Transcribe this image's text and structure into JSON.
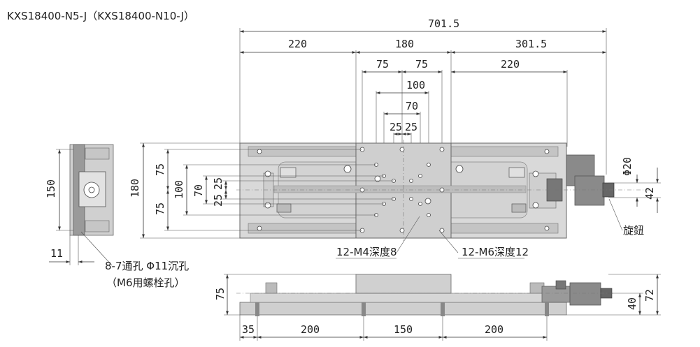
{
  "title": "KXS18400-N5-J（KXS18400-N10-J）",
  "top_dims": {
    "overall": "701.5",
    "left": "220",
    "center": "180",
    "right": "301.5",
    "hole_75_left": "75",
    "hole_75_right": "75",
    "right_220": "220",
    "d100": "100",
    "d70": "70",
    "d25_left": "25",
    "d25_right": "25"
  },
  "left_dims": {
    "h180": "180",
    "h75_top": "75",
    "h100": "100",
    "h70": "70",
    "h25_top": "25",
    "h25_bot": "25",
    "h75_bot": "75"
  },
  "end_view": {
    "h150": "150",
    "w11": "11"
  },
  "right_dims": {
    "phi20": "Φ20",
    "h42": "42"
  },
  "callouts": {
    "knob": "旋鈕",
    "m4": "12-M4深度8",
    "m6": "12-M6深度12",
    "through_hole": "8-7通孔 Φ11沉孔",
    "m6_bolt": "（M6用螺栓孔）"
  },
  "side_view": {
    "h75": "75",
    "h40": "40",
    "h72": "72",
    "b35": "35",
    "b200_left": "200",
    "b150": "150",
    "b200_right": "200"
  }
}
